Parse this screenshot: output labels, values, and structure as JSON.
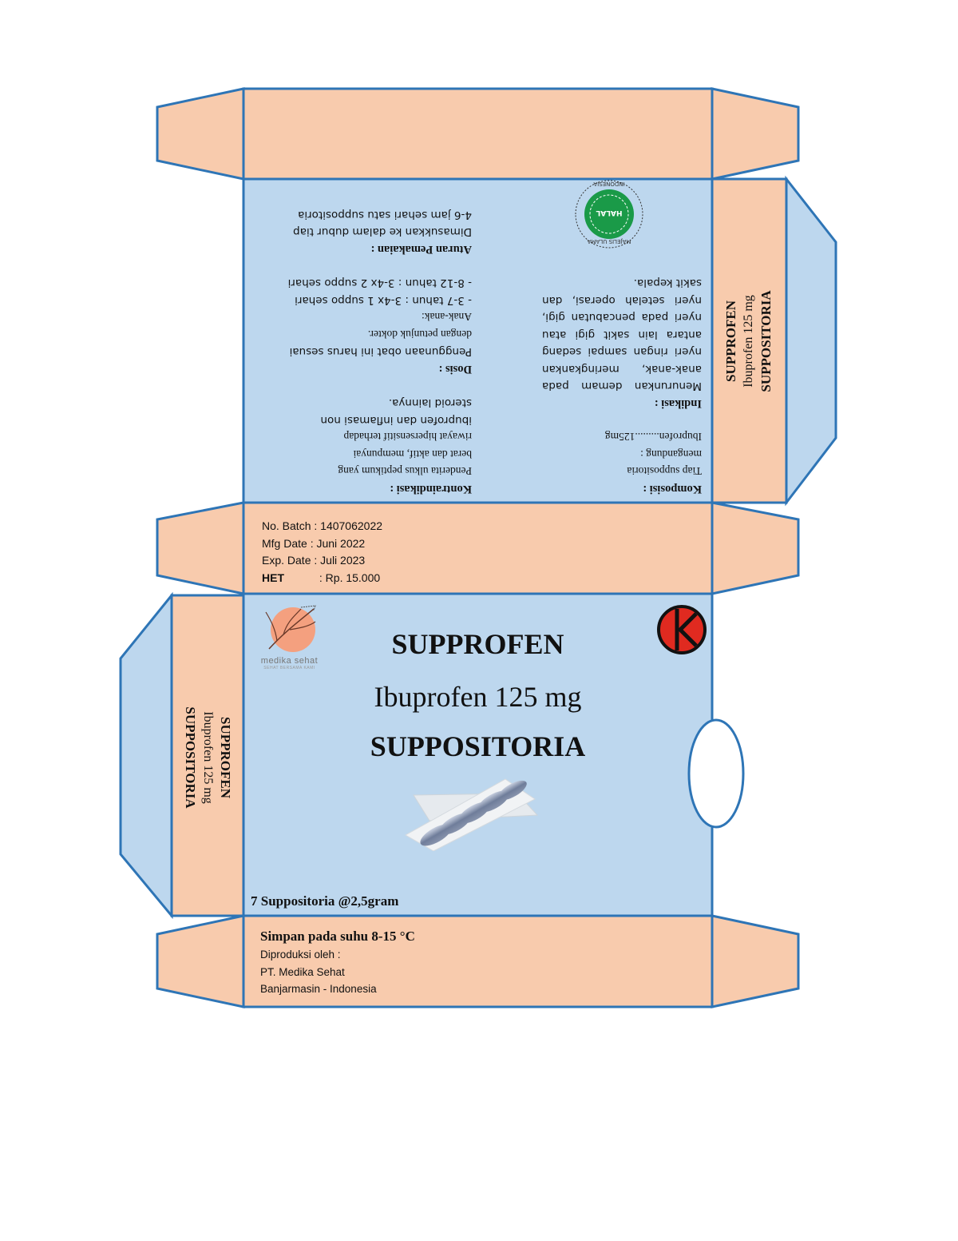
{
  "colors": {
    "peach": "#f8cbad",
    "blue_panel": "#bdd7ee",
    "outline": "#2e75b6",
    "k_logo_red": "#e02a20",
    "halal_green": "#1a9a48",
    "logo_circle": "#f4a07f"
  },
  "product": {
    "brand": "SUPPROFEN",
    "strength": "Ibuprofen 125 mg",
    "form": "SUPPOSITORIA",
    "pack_size": "7 Suppositoria @2,5gram"
  },
  "side_panels": {
    "right": {
      "line1": "SUPPROFEN",
      "line2": "Ibuprofen 125 mg",
      "line3": "SUPPOSITORIA"
    },
    "left": {
      "line1": "SUPPROFEN",
      "line2": "Ibuprofen 125 mg",
      "line3": "SUPPOSITORIA"
    }
  },
  "back_panel": {
    "komposisi": {
      "heading": "Komposisi :",
      "lines": [
        "Tiap suppositoria",
        "mengandung :",
        "Ibuprofen.........125mg"
      ]
    },
    "indikasi": {
      "heading": "Indikasi :",
      "lines": [
        "Menurunkan demam pada",
        "anak-anak, meringkankan",
        "nyeri ringan sampai sedang",
        "antara lain sakit gigi atau",
        "nyeri pada pencabutan gigi,",
        "nyeri setelah operasi, dan",
        "sakit kepala."
      ]
    },
    "kontraindikasi": {
      "heading": "Kontraindikasi :",
      "lines": [
        "Penderita ulkus peptikum yang",
        "berat dan aktif, mempunyai",
        "riwayat hipersensitif terhadap",
        "ibuprofen dan inflamasi non",
        "steroid lainnya."
      ]
    },
    "dosis": {
      "heading": "Dosis :",
      "lines": [
        "Penggunaan obat ini harus sesuai",
        "dengan petunjuk dokter.",
        "Anak-anak:",
        "-  3-7 tahun : 3-4x 1 suppo sehari",
        "-  8-12 tahun : 3-4x 2 suppo sehari"
      ]
    },
    "aturan": {
      "heading": "Aturan Pemakaian :",
      "lines": [
        "Dimasukkan ke dalam dubur tiap",
        "4-6 jam sehari satu suppositoria"
      ]
    },
    "halal_logo": {
      "top": "MAJELIS ULAMA",
      "bottom": "INDONESIA",
      "center": "HALAL"
    }
  },
  "batch_flap": {
    "batch": {
      "label": "No. Batch",
      "value": ": 1407062022"
    },
    "mfg": {
      "label": "Mfg Date",
      "value": ": Juni 2022"
    },
    "exp": {
      "label": "Exp. Date",
      "value": ": Juli 2023"
    },
    "het": {
      "label": "HET",
      "value": ": Rp. 15.000"
    }
  },
  "front_panel": {
    "company_logo_text": "medika sehat",
    "company_logo_tagline": "SEHAT BERSAMA KAMI",
    "k_logo_letter": "K",
    "product_image_alt": "suppository blister pack"
  },
  "bottom_flap": {
    "storage": "Simpan pada suhu 8-15 °C",
    "produced_by_label": "Diproduksi oleh :",
    "company": "PT. Medika Sehat",
    "location": "Banjarmasin - Indonesia"
  }
}
